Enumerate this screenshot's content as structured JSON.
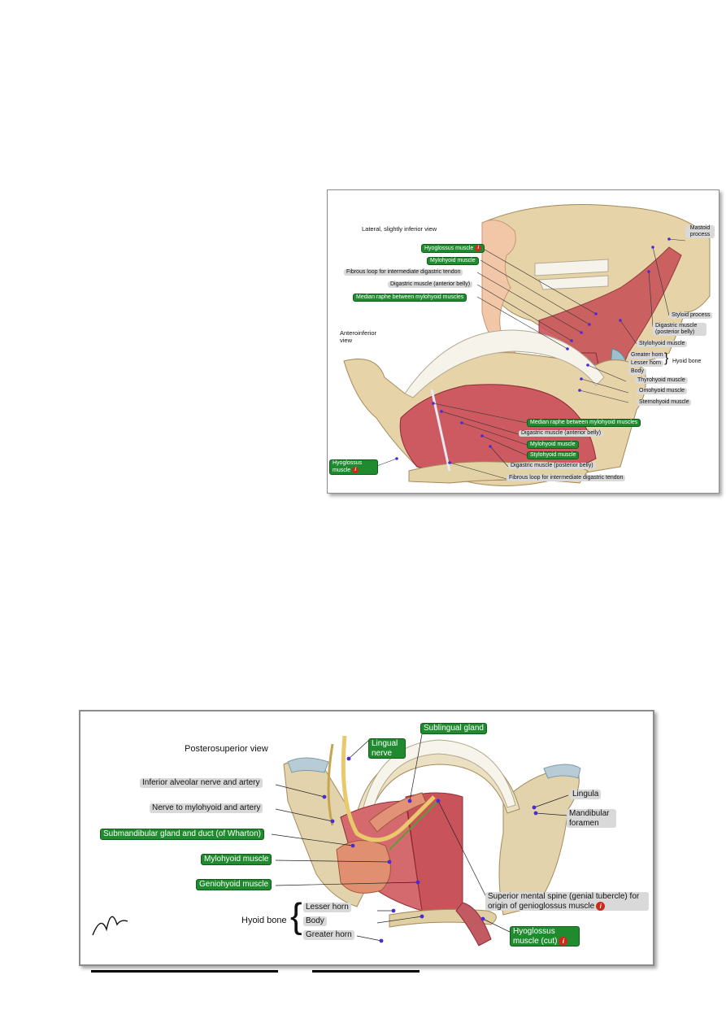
{
  "figure_top": {
    "view_lateral": "Lateral, slightly inferior view",
    "view_antero": "Anteroinferior view",
    "labels": {
      "hyoglossus": "Hyoglossus muscle",
      "mylohyoid": "Mylohyoid muscle",
      "fibrous_loop": "Fibrous loop for intermediate digastric tendon",
      "digastric_ant": "Digastric muscle (anterior belly)",
      "median_raphe": "Median raphe between mylohyoid muscles",
      "mastoid": "Mastoid process",
      "styloid": "Styloid process",
      "digastric_post": "Digastric muscle (posterior belly)",
      "stylohyoid": "Stylohyoid muscle",
      "greater_horn": "Greater horn",
      "lesser_horn": "Lesser horn",
      "body": "Body",
      "hyoid_bone": "Hyoid bone",
      "thyrohyoid": "Thyrohyoid muscle",
      "omohyoid": "Omohyoid muscle",
      "sternohyoid": "Sternohyoid muscle",
      "b_median_raphe": "Median raphe between mylohyoid muscles",
      "b_digastric_ant": "Digastric muscle (anterior belly)",
      "b_mylohyoid": "Mylohyoid muscle",
      "b_stylohyoid": "Stylohyoid muscle",
      "b_digastric_post": "Digastric muscle (posterior belly)",
      "b_fibrous_loop": "Fibrous loop for intermediate digastric tendon",
      "b_hyoglossus": "Hyoglossus muscle"
    }
  },
  "figure_bottom": {
    "view": "Posterosuperior view",
    "labels": {
      "sublingual_gland": "Sublingual gland",
      "lingual_nerve": "Lingual nerve",
      "inferior_alveolar": "Inferior alveolar nerve and artery",
      "nerve_mylohyoid": "Nerve to mylohyoid and artery",
      "submandibular": "Submandibular gland and duct (of Wharton)",
      "mylohyoid": "Mylohyoid muscle",
      "geniohyoid": "Geniohyoid muscle",
      "lingula": "Lingula",
      "mandibular_foramen": "Mandibular foramen",
      "superior_mental_spine": "Superior mental spine (genial tubercle) for origin of genioglossus muscle",
      "hyoid_bone": "Hyoid bone",
      "lesser_horn": "Lesser horn",
      "body": "Body",
      "greater_horn": "Greater horn",
      "hyoglossus_cut": "Hyoglossus muscle (cut)"
    },
    "signature": "F. Netter M.D."
  },
  "info_glyph": "i"
}
